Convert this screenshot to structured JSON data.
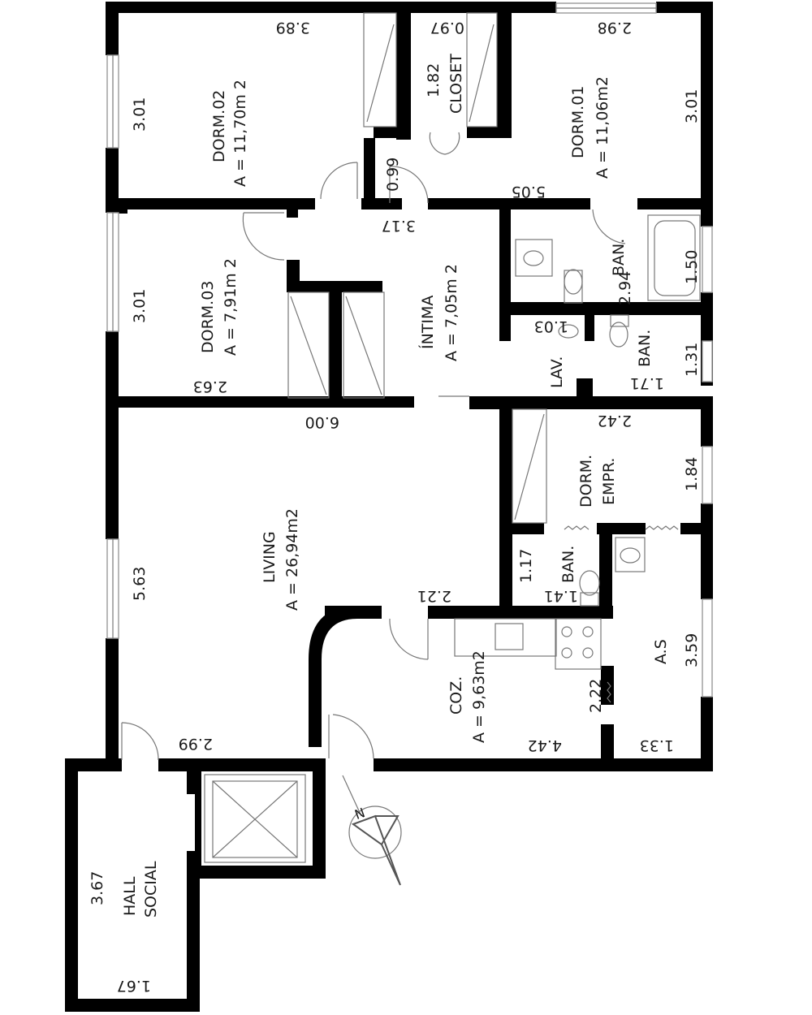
{
  "rooms": {
    "dorm02": {
      "name": "DORM.02",
      "area": "A = 11,70m 2"
    },
    "dorm01": {
      "name": "DORM.01",
      "area": "A = 11,06m2"
    },
    "closet": {
      "name": "CLOSET"
    },
    "dorm03": {
      "name": "DORM.03",
      "area": "A = 7,91m 2"
    },
    "intima": {
      "name": "ÍNTIMA",
      "area": "A = 7,05m 2"
    },
    "ban1": {
      "name": "BAN."
    },
    "lav": {
      "name": "LAV."
    },
    "ban2": {
      "name": "BAN."
    },
    "dormempr": {
      "name": "DORM.",
      "name2": "EMPR."
    },
    "ban3": {
      "name": "BAN."
    },
    "living": {
      "name": "LIVING",
      "area": "A = 26,94m2"
    },
    "coz": {
      "name": "COZ.",
      "area": "A = 9,63m2"
    },
    "as": {
      "name": "A.S"
    },
    "hall": {
      "name": "HALL",
      "name2": "SOCIAL"
    }
  },
  "dims": {
    "d389": "3.89",
    "d097": "0.97",
    "d298": "2.98",
    "d182": "1.82",
    "d301a": "3.01",
    "d301b": "3.01",
    "d301c": "3.01",
    "d099": "0.99",
    "d505": "5.05",
    "d317": "3.17",
    "d294": "2.94",
    "d150": "1.50",
    "d103": "1.03",
    "d131": "1.31",
    "d171": "1.71",
    "d263": "2.63",
    "d600": "6.00",
    "d242": "2.42",
    "d184": "1.84",
    "d117": "1.17",
    "d141": "1.41",
    "d563": "5.63",
    "d221": "2.21",
    "d359": "3.59",
    "d222": "2.22",
    "d299": "2.99",
    "d442": "4.42",
    "d133": "1.33",
    "d367": "3.67",
    "d167": "1.67"
  },
  "compass": {
    "label": "N"
  }
}
